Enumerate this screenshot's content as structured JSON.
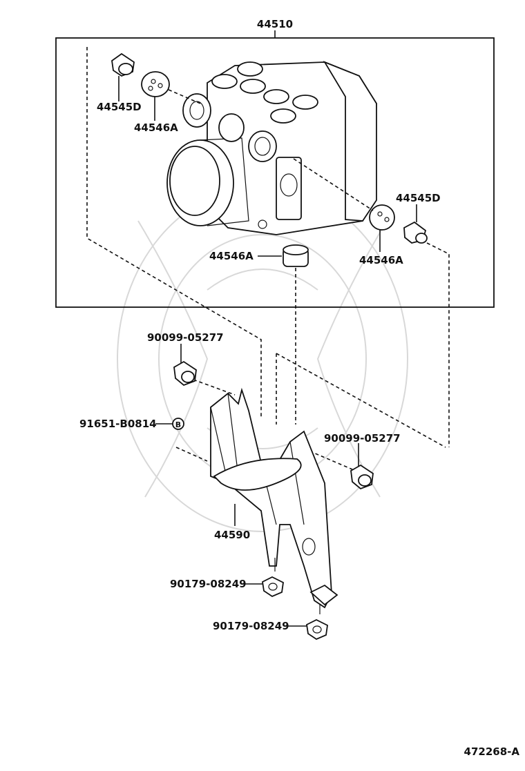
{
  "diagram": {
    "figure_code": "472268-A",
    "labels": {
      "assy": "44510",
      "plug_d_left": "44545D",
      "cushion_a_left": "44546A",
      "plug_d_right": "44545D",
      "cushion_a_right": "44546A",
      "cushion_a_bottom": "44546A",
      "bolt_left": "90099-05277",
      "bolt_right": "90099-05277",
      "bolt_b": "91651-B0814",
      "bracket": "44590",
      "nut_1": "90179-08249",
      "nut_2": "90179-08249"
    },
    "callout_letter": "B"
  }
}
